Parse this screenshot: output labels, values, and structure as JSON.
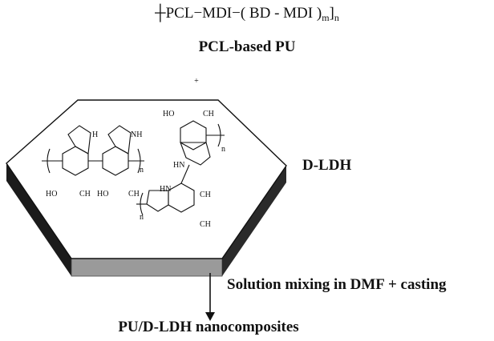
{
  "formula": {
    "open": "┼",
    "pcl": "PCL",
    "dash1": "−",
    "mdi1": "MDI",
    "dash2": "−(",
    "bd": "BD",
    "dash3": " - ",
    "mdi2": "MDI",
    "close_inner": ")",
    "sub_m": "m",
    "close_outer": "]",
    "sub_n": "n"
  },
  "pu_label": "PCL-based PU",
  "plus": "+",
  "dldh_label": "D-LDH",
  "process_label": "Solution mixing in DMF + casting",
  "product_label": "PU/D-LDH nanocomposites",
  "chem_labels": {
    "ho": "HO",
    "ch": "CH",
    "h": "H",
    "nh": "NH",
    "hn": "HN",
    "n": "n"
  },
  "colors": {
    "plate_top": "#ffffff",
    "plate_front": "#9a9a9a",
    "plate_side_dark": "#111111",
    "ink": "#111111"
  }
}
